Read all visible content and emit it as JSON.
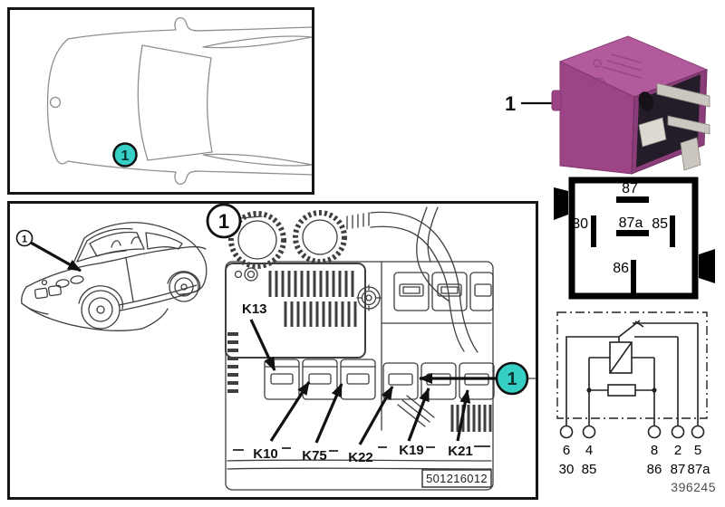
{
  "doc_number": "396245",
  "colors": {
    "callout_teal": "#35cfc5",
    "relay_magenta_top": "#b25a9b",
    "relay_magenta_front": "#9c4486",
    "relay_face_dark": "#241c28"
  },
  "location_overview": {
    "callout": "1"
  },
  "location_detail": {
    "car_callout": "1",
    "fusebox_callout": "1",
    "pointer_callout": "1",
    "relay_labels": {
      "k13": "K13",
      "k10": "K10",
      "k75": "K75",
      "k22": "K22",
      "k19": "K19",
      "k21": "K21"
    },
    "part_number": "501216012"
  },
  "relay_photo": {
    "callout": "1"
  },
  "pin_diagram": {
    "p87": "87",
    "p30": "30",
    "p87a": "87a",
    "p85": "85",
    "p86": "86"
  },
  "schematic": {
    "pin_numbers": [
      "6",
      "4",
      "8",
      "2",
      "5"
    ],
    "terminal_names": [
      "30",
      "85",
      "86",
      "87",
      "87a"
    ]
  }
}
